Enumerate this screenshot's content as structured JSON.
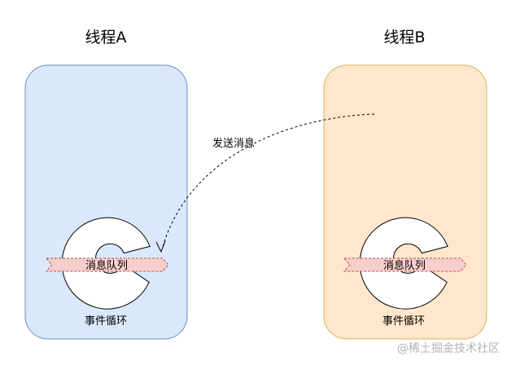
{
  "threads": [
    {
      "title": "线程A",
      "queue_label": "消息队列",
      "loop_label": "事件循环",
      "fill": "#dae8fc",
      "stroke": "#6c8ebf"
    },
    {
      "title": "线程B",
      "queue_label": "消息队列",
      "loop_label": "事件循环",
      "fill": "#ffe6cc",
      "stroke": "#d6b656"
    }
  ],
  "message_arrow": {
    "label": "发送消息"
  },
  "icons": {
    "loop": "circular-arrow-icon",
    "queue": "ribbon-banner-icon"
  },
  "colors": {
    "queue_fill": "#f8cecc",
    "queue_stroke": "#b85450",
    "loop_fill": "#ffffff",
    "loop_stroke": "#000000",
    "arrow": "#000000"
  },
  "watermark": "@稀土掘金技术社区"
}
